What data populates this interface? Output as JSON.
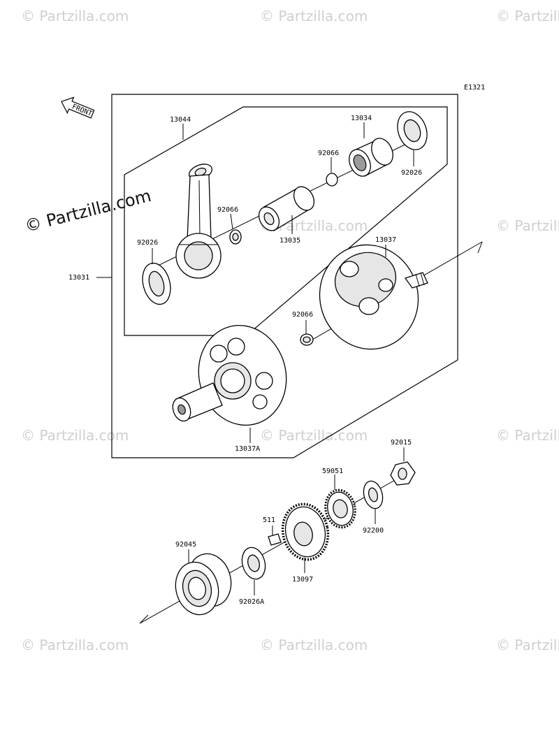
{
  "diagram_code": "E1321",
  "front_label": "FRONT",
  "watermark": {
    "main": "© Partzilla.com",
    "tile": "© Partzilla.com"
  },
  "parts": {
    "p13044": "13044",
    "p13034": "13034",
    "p92066_a": "92066",
    "p92026_a": "92026",
    "p92066_b": "92066",
    "p92026_b": "92026",
    "p13035": "13035",
    "p13031": "13031",
    "p13037": "13037",
    "p92066_c": "92066",
    "p13037A": "13037A",
    "p92015": "92015",
    "p59051": "59051",
    "p511": "511",
    "p92200": "92200",
    "p92045": "92045",
    "p13097": "13097",
    "p92026A": "92026A"
  }
}
